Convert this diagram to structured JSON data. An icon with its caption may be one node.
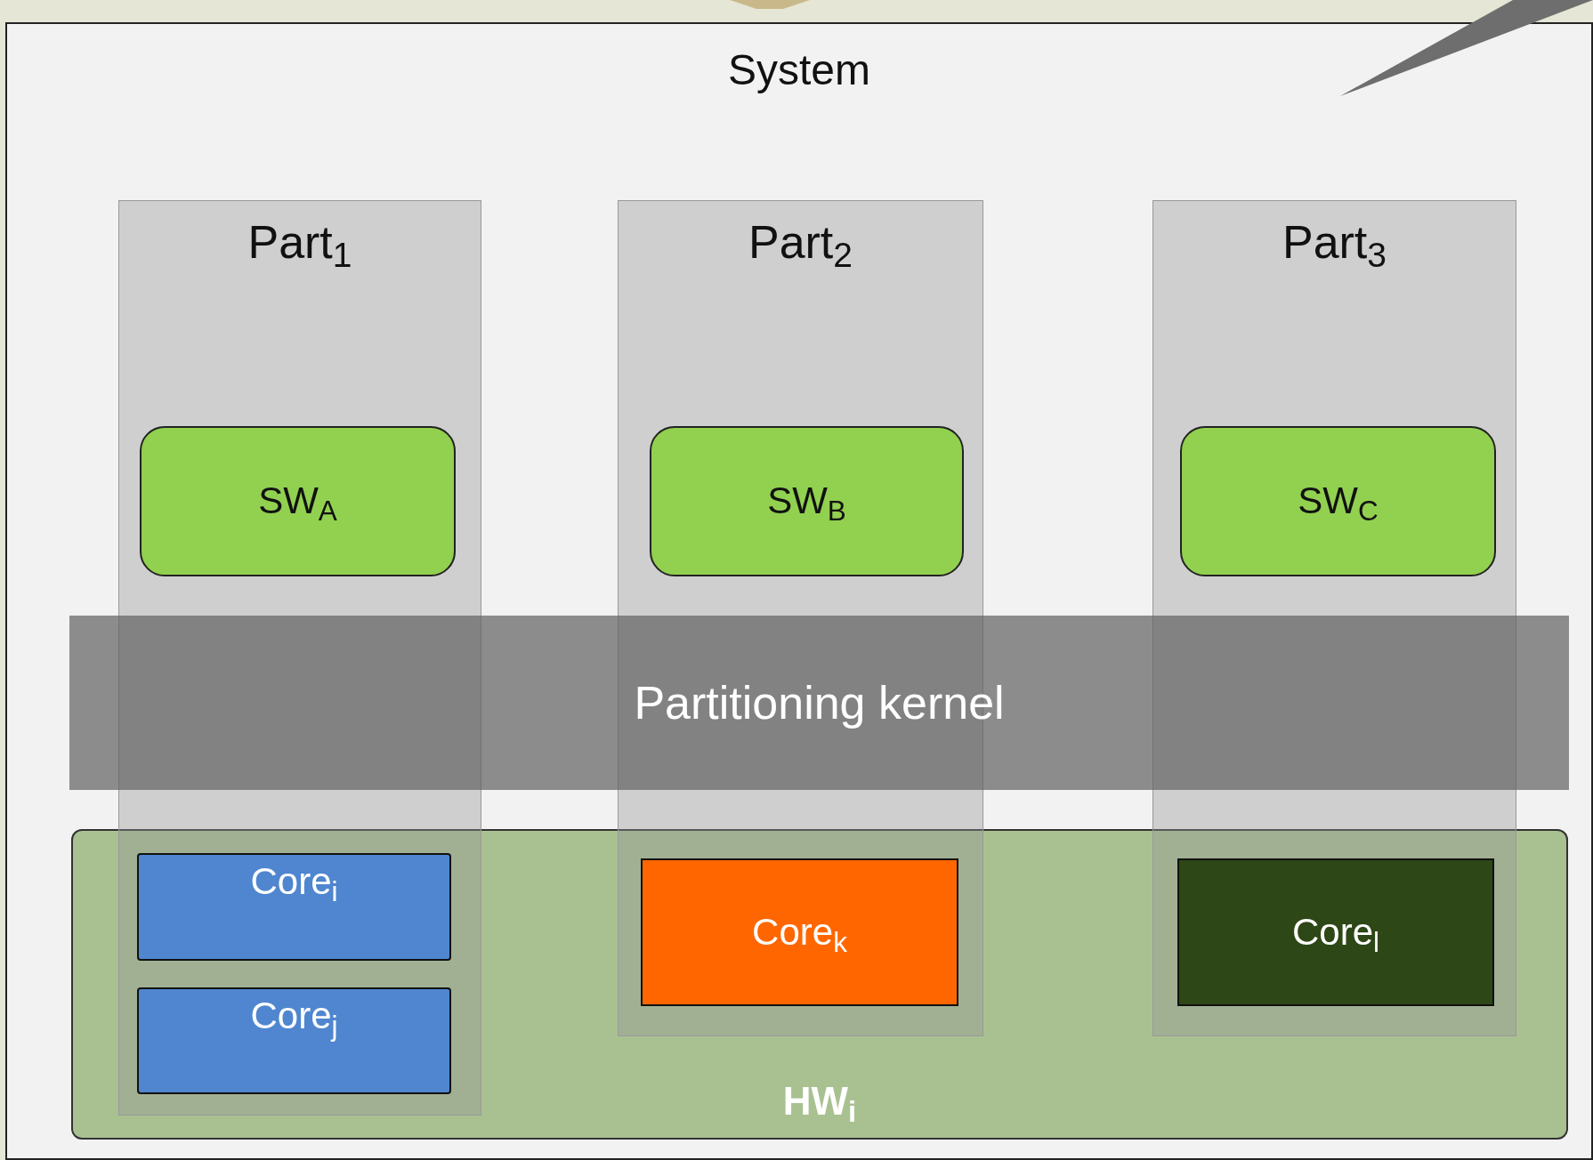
{
  "diagram": {
    "nodes": [
      {
        "text": [
          "System"
        ]
      },
      {
        "text": [
          "Part$_{1}$"
        ],
        "in": 0
      },
      {
        "text": [
          "Part$_{2}$"
        ],
        "in": 0
      },
      {
        "text": [
          "Part$_{3}$"
        ],
        "in": 0
      },
      {
        "text": [
          "SW$_{A}$"
        ],
        "in": 1
      },
      {
        "text": [
          "SW$_{B}$"
        ],
        "in": 2
      },
      {
        "text": [
          "SW$_{C}$"
        ],
        "in": 3
      },
      {
        "text": [
          "Partitioning kernel"
        ],
        "in": 0
      },
      {
        "text": [
          "HW$_{i}$"
        ],
        "in": 0
      },
      {
        "text": [
          "Core$_{i}$"
        ]
      },
      {
        "text": [
          "Core$_{j}$"
        ]
      },
      {
        "text": [
          "Core$_{k}$"
        ]
      },
      {
        "text": [
          "Core$_{l}$"
        ]
      }
    ]
  }
}
